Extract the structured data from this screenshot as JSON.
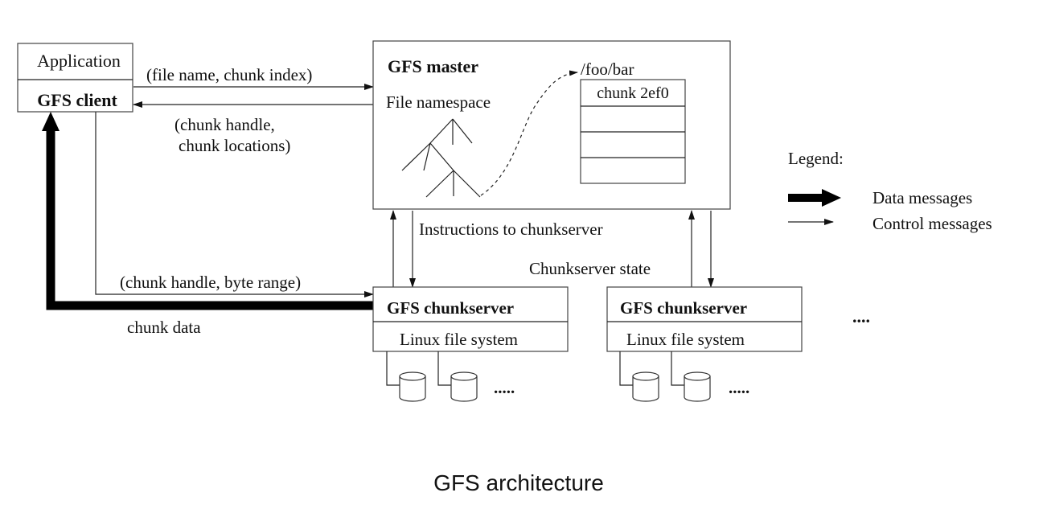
{
  "caption": "GFS architecture",
  "client": {
    "application_label": "Application",
    "client_label": "GFS client"
  },
  "messages": {
    "request": "(file name, chunk index)",
    "reply_line1": "(chunk handle,",
    "reply_line2": "chunk locations)",
    "instructions": "Instructions to chunkserver",
    "state": "Chunkserver state",
    "data_request": "(chunk handle, byte range)",
    "chunk_data": "chunk data"
  },
  "master": {
    "title": "GFS master",
    "namespace_label": "File namespace",
    "path": "/foo/bar",
    "chunk_label": "chunk 2ef0"
  },
  "chunkservers": [
    {
      "title": "GFS chunkserver",
      "fs_label": "Linux file system",
      "more": "....."
    },
    {
      "title": "GFS chunkserver",
      "fs_label": "Linux file system",
      "more": "....."
    }
  ],
  "more_servers": "....",
  "legend": {
    "title": "Legend:",
    "data_label": "Data messages",
    "control_label": "Control messages"
  }
}
